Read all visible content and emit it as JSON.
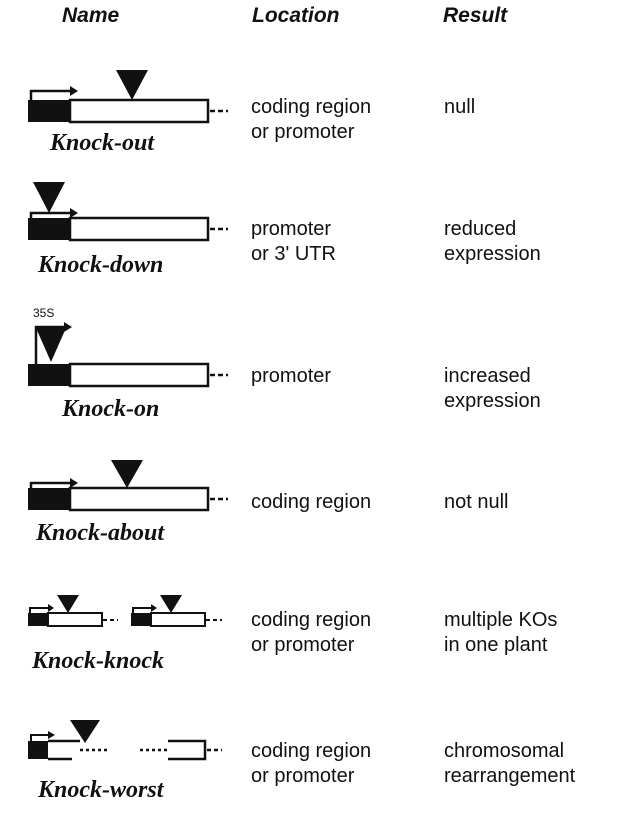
{
  "headers": {
    "name": "Name",
    "location": "Location",
    "result": "Result"
  },
  "rows": [
    {
      "name": "Knock-out",
      "location": [
        "coding region",
        "or promoter"
      ],
      "result": [
        "null"
      ]
    },
    {
      "name": "Knock-down",
      "location": [
        "promoter",
        "or 3' UTR"
      ],
      "result": [
        "reduced",
        "expression"
      ]
    },
    {
      "name": "Knock-on",
      "location": [
        "promoter"
      ],
      "result": [
        "increased",
        "expression"
      ],
      "promoter_label": "35S"
    },
    {
      "name": "Knock-about",
      "location": [
        "coding region"
      ],
      "result": [
        "not null"
      ]
    },
    {
      "name": "Knock-knock",
      "location": [
        "coding region",
        "or promoter"
      ],
      "result": [
        "multiple KOs",
        "in one plant"
      ]
    },
    {
      "name": "Knock-worst",
      "location": [
        "coding region",
        "or promoter"
      ],
      "result": [
        "chromosomal",
        "rearrangement"
      ]
    }
  ],
  "colors": {
    "ink": "#111111",
    "background": "#ffffff"
  }
}
